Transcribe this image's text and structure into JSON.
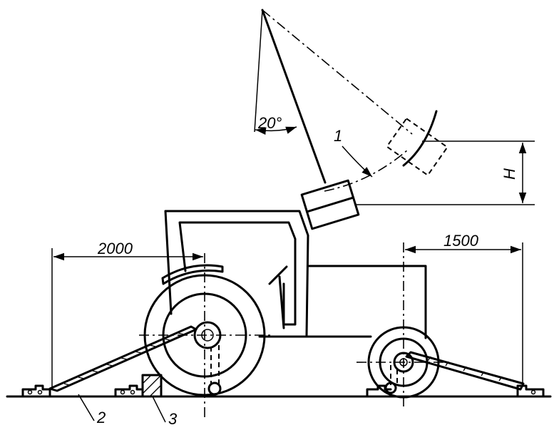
{
  "labels": {
    "angle": "20°",
    "callout_1": "1",
    "callout_2": "2",
    "callout_3": "3",
    "height": "H",
    "dim_front": "2000",
    "dim_rear": "1500"
  }
}
